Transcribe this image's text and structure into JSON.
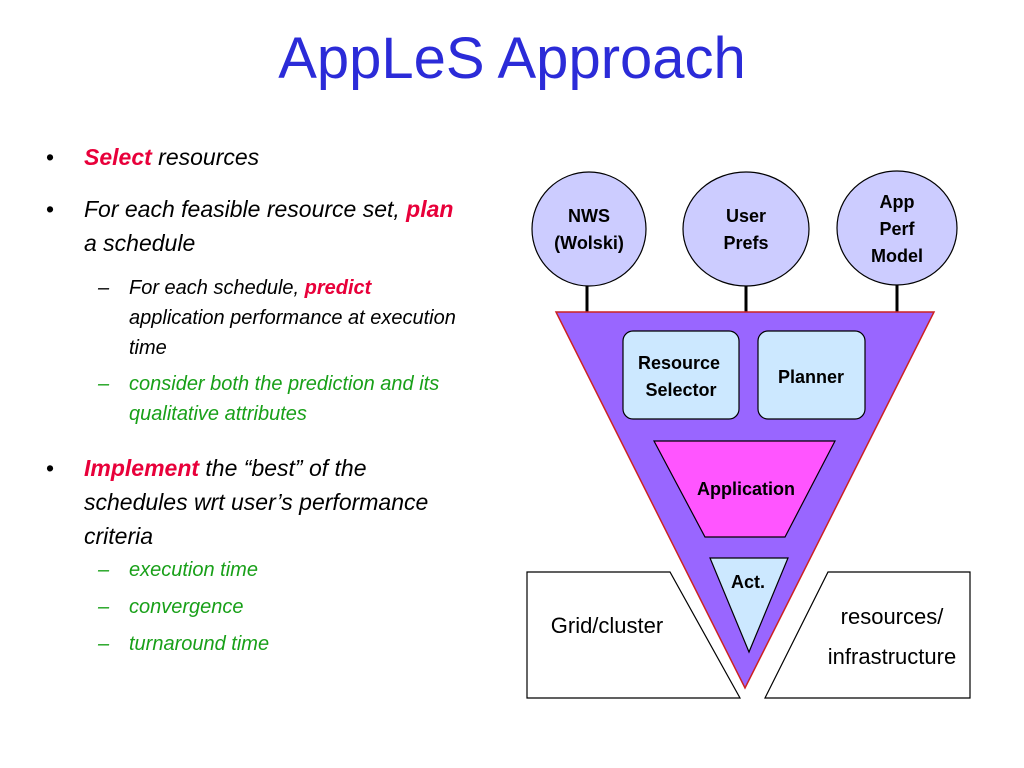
{
  "slide": {
    "title": "AppLeS Approach",
    "bullets": {
      "b1": {
        "key": "Select",
        "rest": " resources"
      },
      "b2": {
        "pre": "For each feasible resource set, ",
        "key": "plan",
        "rest": " a schedule"
      },
      "b2_sub1": {
        "pre": "For each schedule, ",
        "key": "predict",
        "rest": " application performance at execution time"
      },
      "b2_sub2": "consider both the prediction and its qualitative attributes",
      "b3": {
        "key": "Implement",
        "rest": " the “best” of the schedules wrt user’s performance criteria"
      },
      "b3_subs": [
        "execution time",
        "convergence",
        "turnaround time"
      ],
      "bullet_glyph": "•",
      "dash_glyph": "–"
    }
  },
  "diagram": {
    "circles": {
      "nws": [
        "NWS",
        "(Wolski)"
      ],
      "user_prefs": [
        "User",
        "Prefs"
      ],
      "app_perf_model": [
        "App",
        "Perf",
        "Model"
      ]
    },
    "resource_selector": [
      "Resource",
      "Selector"
    ],
    "planner": "Planner",
    "application": "Application",
    "actuator": "Act.",
    "grid_cluster": "Grid/cluster",
    "resources_infrastructure": [
      "resources/",
      "infrastructure"
    ]
  },
  "colors": {
    "title": "#2b2bd8",
    "emphasis": "#e8003a",
    "sub_green": "#19a019",
    "funnel": "#9966ff",
    "box": "#cce8ff",
    "application": "#ff55ff",
    "circle": "#ccccff"
  }
}
